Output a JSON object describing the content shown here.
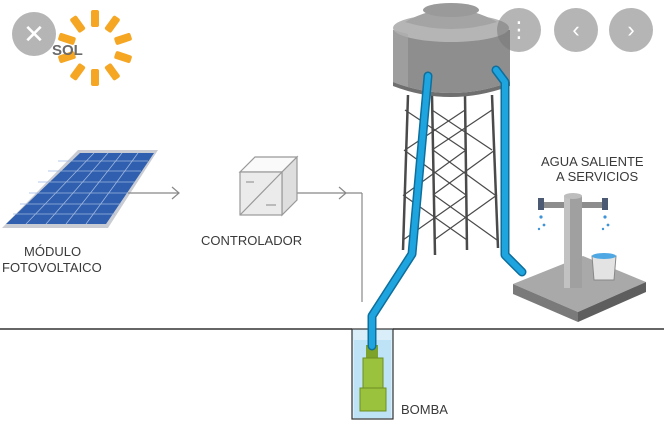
{
  "labels": {
    "sun": "SOL",
    "panel_line1": "MÓDULO",
    "panel_line2": "FOTOVOLTAICO",
    "controller": "CONTROLADOR",
    "outlet_line1": "AGUA SALIENTE",
    "outlet_line2": "A SERVICIOS",
    "pump": "BOMBA"
  },
  "controls": {
    "close_glyph": "✕",
    "more_glyph": "⋮",
    "prev_glyph": "‹",
    "next_glyph": "›"
  },
  "colors": {
    "sun": "#f5a623",
    "panel": "#2f5fae",
    "pipe": "#1ea5e0",
    "pump": "#9bc23c",
    "tank": "#8e8e8e",
    "ground_line": "#333333"
  }
}
